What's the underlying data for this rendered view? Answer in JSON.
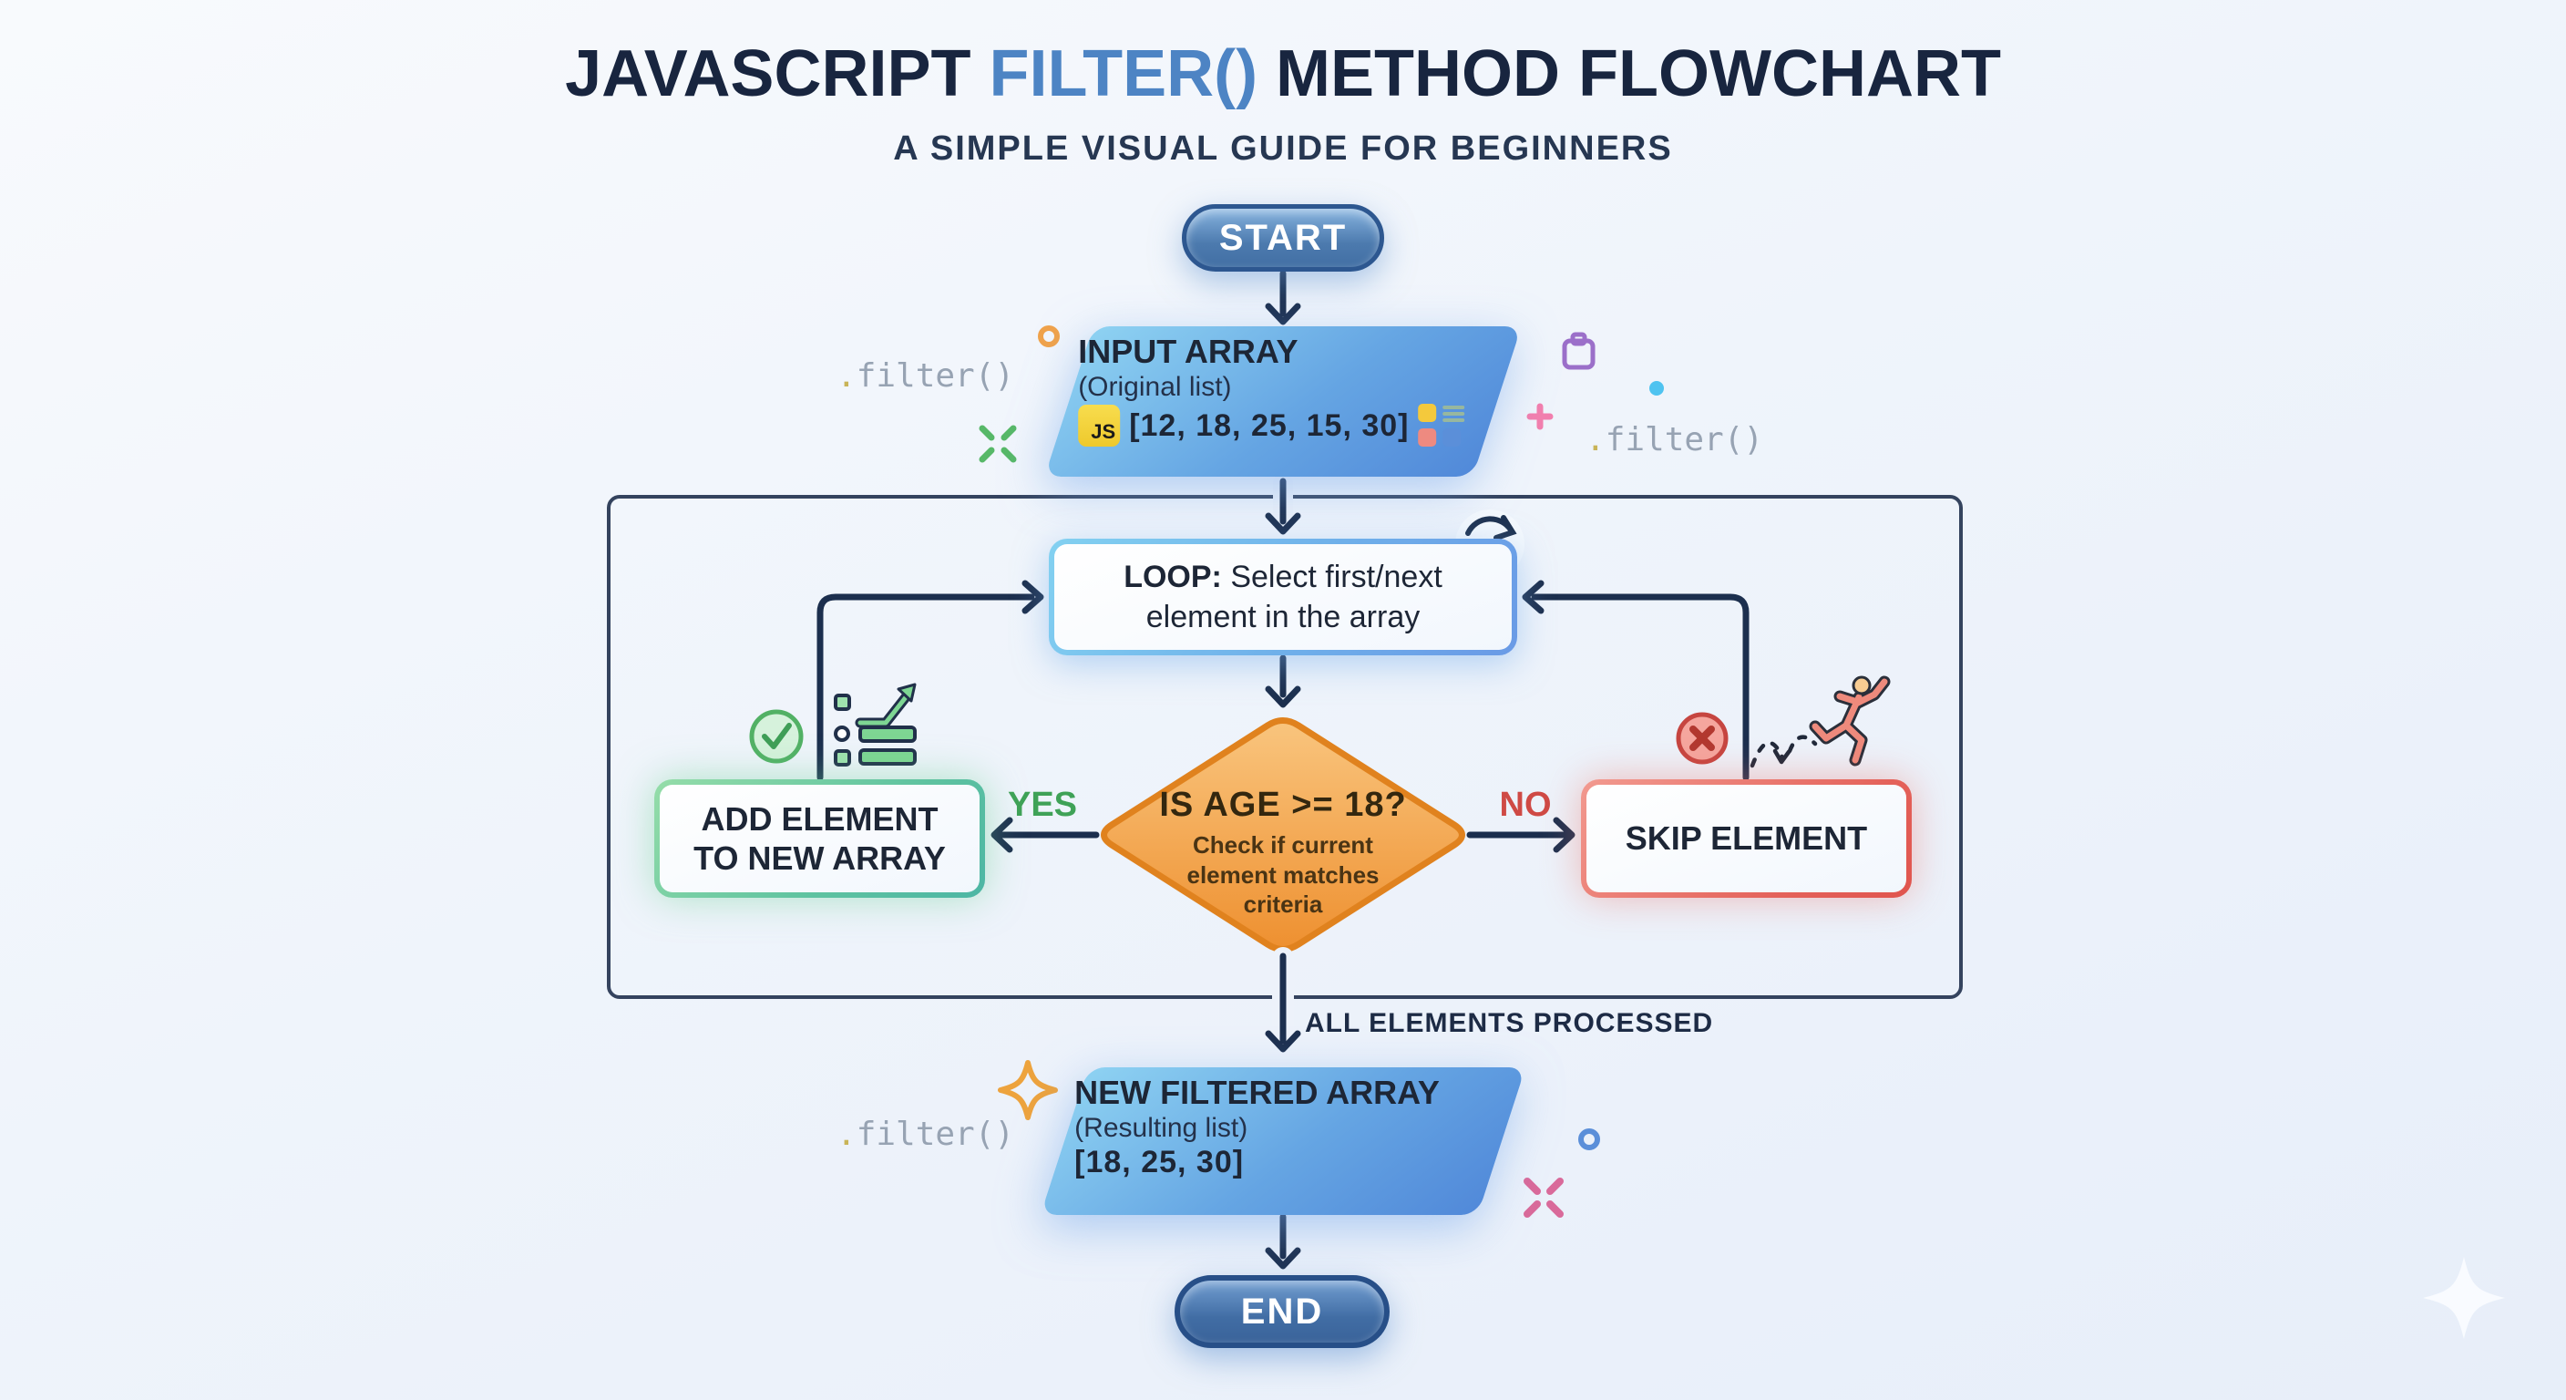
{
  "title": {
    "pre": "JAVASCRIPT ",
    "highlight": "FILTER()",
    "post": " METHOD FLOWCHART"
  },
  "subtitle": "A SIMPLE VISUAL GUIDE FOR BEGINNERS",
  "nodes": {
    "start": {
      "label": "START"
    },
    "input_array": {
      "heading": "INPUT ARRAY",
      "subheading": "(Original list)",
      "badge": "JS",
      "array": "[12, 18, 25, 15, 30]"
    },
    "loop": {
      "bold": "LOOP:",
      "rest": " Select first/next element in the array"
    },
    "decision": {
      "question": "IS AGE >= 18?",
      "note": "Check if current element matches criteria"
    },
    "add": {
      "label": "ADD ELEMENT TO NEW ARRAY"
    },
    "skip": {
      "label": "SKIP ELEMENT"
    },
    "new_array": {
      "heading": "NEW FILTERED ARRAY",
      "subheading": "(Resulting list)",
      "array": "[18, 25, 30]"
    },
    "end": {
      "label": "END"
    }
  },
  "edges": {
    "yes": "YES",
    "no": "NO",
    "processed": "ALL ELEMENTS PROCESSED"
  },
  "decorations": {
    "code_dot": ".",
    "code_fn": "filter()"
  },
  "icons": [
    "refresh-icon",
    "check-circle-icon",
    "growth-list-icon",
    "cross-circle-icon",
    "runner-icon",
    "clipboard-icon",
    "plus-icon",
    "ring-icon",
    "dot-icon",
    "x-mark-icon",
    "sparkle-icon",
    "js-badge"
  ],
  "colors": {
    "title_navy": "#18253f",
    "accent_blue": "#4d84c4",
    "arrow_navy": "#1c2f4e",
    "container_border": "#34435e",
    "diamond_orange": "#ee9133",
    "diamond_border": "#e0821e",
    "yes_green": "#3fa257",
    "no_red": "#cf4a45",
    "add_border_green": "#5fc3a0",
    "skip_border_red": "#e4625a",
    "blue_border": "#65a5e3",
    "pill_blue": "#4c7aae",
    "js_yellow": "#eec92c",
    "code_gray": "#97a3b3"
  }
}
